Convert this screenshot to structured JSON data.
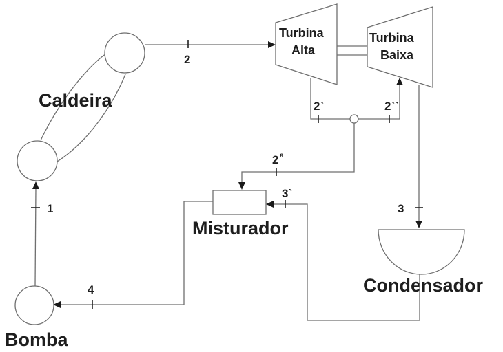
{
  "diagram": {
    "title": "Ciclo Rankine com reaquecimento/regeneração",
    "components": {
      "caldeira": "Caldeira",
      "turbina_alta_l1": "Turbina",
      "turbina_alta_l2": "Alta",
      "turbina_baixa_l1": "Turbina",
      "turbina_baixa_l2": "Baixa",
      "misturador": "Misturador",
      "condensador": "Condensador",
      "bomba": "Bomba"
    },
    "state_points": {
      "p1": "1",
      "p2": "2",
      "p2_prime": "2`",
      "p2_double_prime": "2``",
      "p2a_base": "2",
      "p2a_sup": "a",
      "p3": "3",
      "p3_prime": "3`",
      "p4": "4"
    },
    "flows": [
      {
        "from": "Caldeira",
        "to": "Turbina Alta",
        "state": "2"
      },
      {
        "from": "Turbina Alta",
        "to": "Separador",
        "state": "2`"
      },
      {
        "from": "Separador",
        "to": "Turbina Baixa",
        "state": "2``"
      },
      {
        "from": "Separador",
        "to": "Misturador",
        "state": "2a"
      },
      {
        "from": "Turbina Baixa",
        "to": "Condensador",
        "state": "3"
      },
      {
        "from": "Condensador",
        "to": "Misturador",
        "state": "3`"
      },
      {
        "from": "Misturador",
        "to": "Bomba",
        "state": "4"
      },
      {
        "from": "Bomba",
        "to": "Caldeira",
        "state": "1"
      }
    ]
  }
}
